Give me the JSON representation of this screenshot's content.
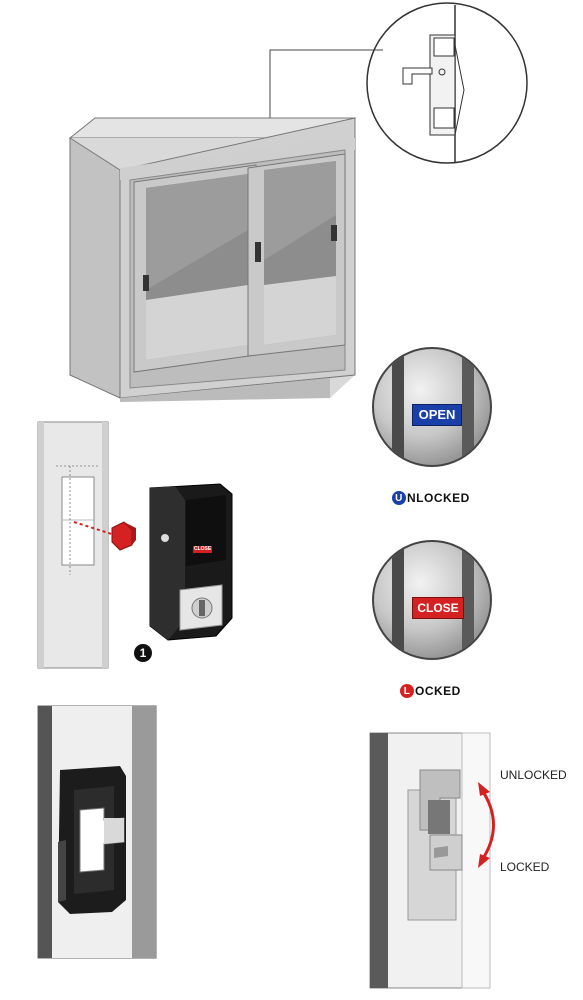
{
  "indicators": {
    "unlocked": {
      "badge_label": "OPEN",
      "badge_color": "#1a3fa8",
      "status_initial": "U",
      "status_rest": "NLOCKED",
      "initial_color": "#1a3fa8"
    },
    "locked": {
      "badge_label": "CLOSE",
      "badge_color": "#d42222",
      "status_initial": "L",
      "status_rest": "OCKED",
      "initial_color": "#d42222"
    }
  },
  "lock_body": {
    "mini_label": "CLOSE",
    "step_number": "1"
  },
  "rotation": {
    "top_label": "UNLOCKED",
    "bottom_label": "LOCKED",
    "arrow_color": "#d42222"
  }
}
